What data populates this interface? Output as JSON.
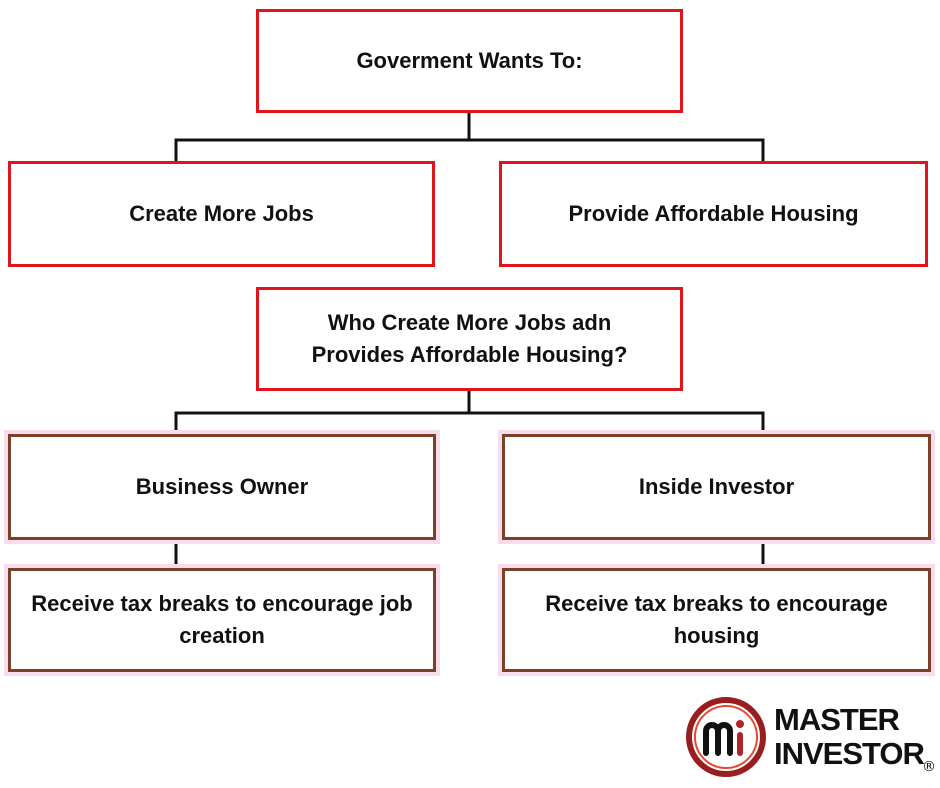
{
  "diagram": {
    "root": "Goverment Wants To:",
    "goals": [
      "Create More Jobs",
      "Provide Affordable Housing"
    ],
    "question": "Who Create More Jobs adn Provides Affordable Housing?",
    "actors": [
      "Business Owner",
      "Inside Investor"
    ],
    "benefits": [
      "Receive tax breaks to encourage job creation",
      "Receive tax breaks to encourage housing"
    ]
  },
  "logo": {
    "mark": "mi",
    "line1": "MASTER",
    "line2": "INVESTOR",
    "registered": "®"
  },
  "colors": {
    "red_border": "#e0151b",
    "brown_border": "#7d3f25",
    "glow": "#f6dcef",
    "connector": "#111111"
  }
}
